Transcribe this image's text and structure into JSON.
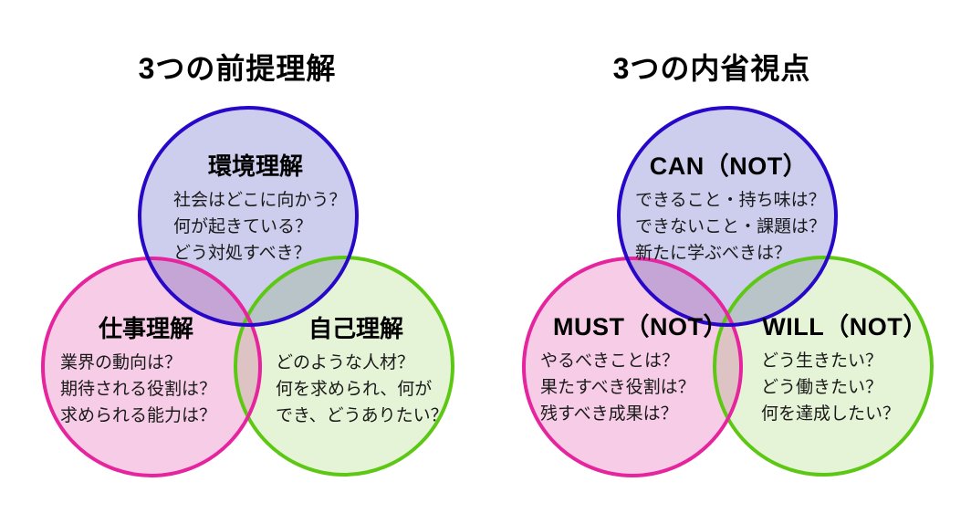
{
  "page": {
    "background": "#ffffff",
    "text_color": "#1a1a1a"
  },
  "left_diagram": {
    "title": "3つの前提理解",
    "circles": [
      {
        "id": "environment",
        "heading": "環境理解",
        "lines": [
          "社会はどこに向かう？",
          "何が起きている？",
          "どう対処すべき？"
        ],
        "stroke": "#2708C8",
        "fill": "#CDCDED"
      },
      {
        "id": "work",
        "heading": "仕事理解",
        "lines": [
          "業界の動向は？",
          "期待される役割は？",
          "求められる能力は？"
        ],
        "stroke": "#E5249E",
        "fill": "#F6CCE7"
      },
      {
        "id": "self",
        "heading": "自己理解",
        "lines": [
          "どのような人材？",
          "何を求められ、何が",
          "でき、どうありたい？"
        ],
        "stroke": "#5CC813",
        "fill": "#E5F4D7"
      }
    ]
  },
  "right_diagram": {
    "title": "3つの内省視点",
    "circles": [
      {
        "id": "can",
        "heading": "CAN（NOT）",
        "lines": [
          "できること・持ち味は？",
          "できないこと・課題は？",
          "新たに学ぶべきは？"
        ],
        "stroke": "#2708C8",
        "fill": "#CDCDED"
      },
      {
        "id": "must",
        "heading": "MUST（NOT）",
        "lines": [
          "やるべきことは？",
          "果たすべき役割は？",
          "残すべき成果は？"
        ],
        "stroke": "#E5249E",
        "fill": "#F6CCE7"
      },
      {
        "id": "will",
        "heading": "WILL（NOT）",
        "lines": [
          "どう生きたい？",
          "どう働きたい？",
          "何を達成したい？"
        ],
        "stroke": "#5CC813",
        "fill": "#E5F4D7"
      }
    ]
  }
}
